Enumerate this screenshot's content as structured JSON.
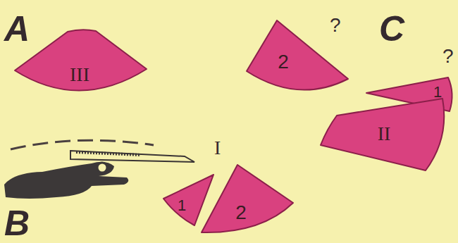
{
  "diagram": {
    "nodes": [
      {
        "text": [
          "III"
        ]
      },
      {
        "text": [
          "2"
        ]
      },
      {
        "text": [
          "1"
        ]
      },
      {
        "text": [
          "II"
        ]
      },
      {
        "text": [
          "1"
        ]
      },
      {
        "text": [
          "2"
        ]
      }
    ],
    "labels": [
      "A",
      "?",
      "C",
      "?",
      "I",
      "B"
    ]
  }
}
